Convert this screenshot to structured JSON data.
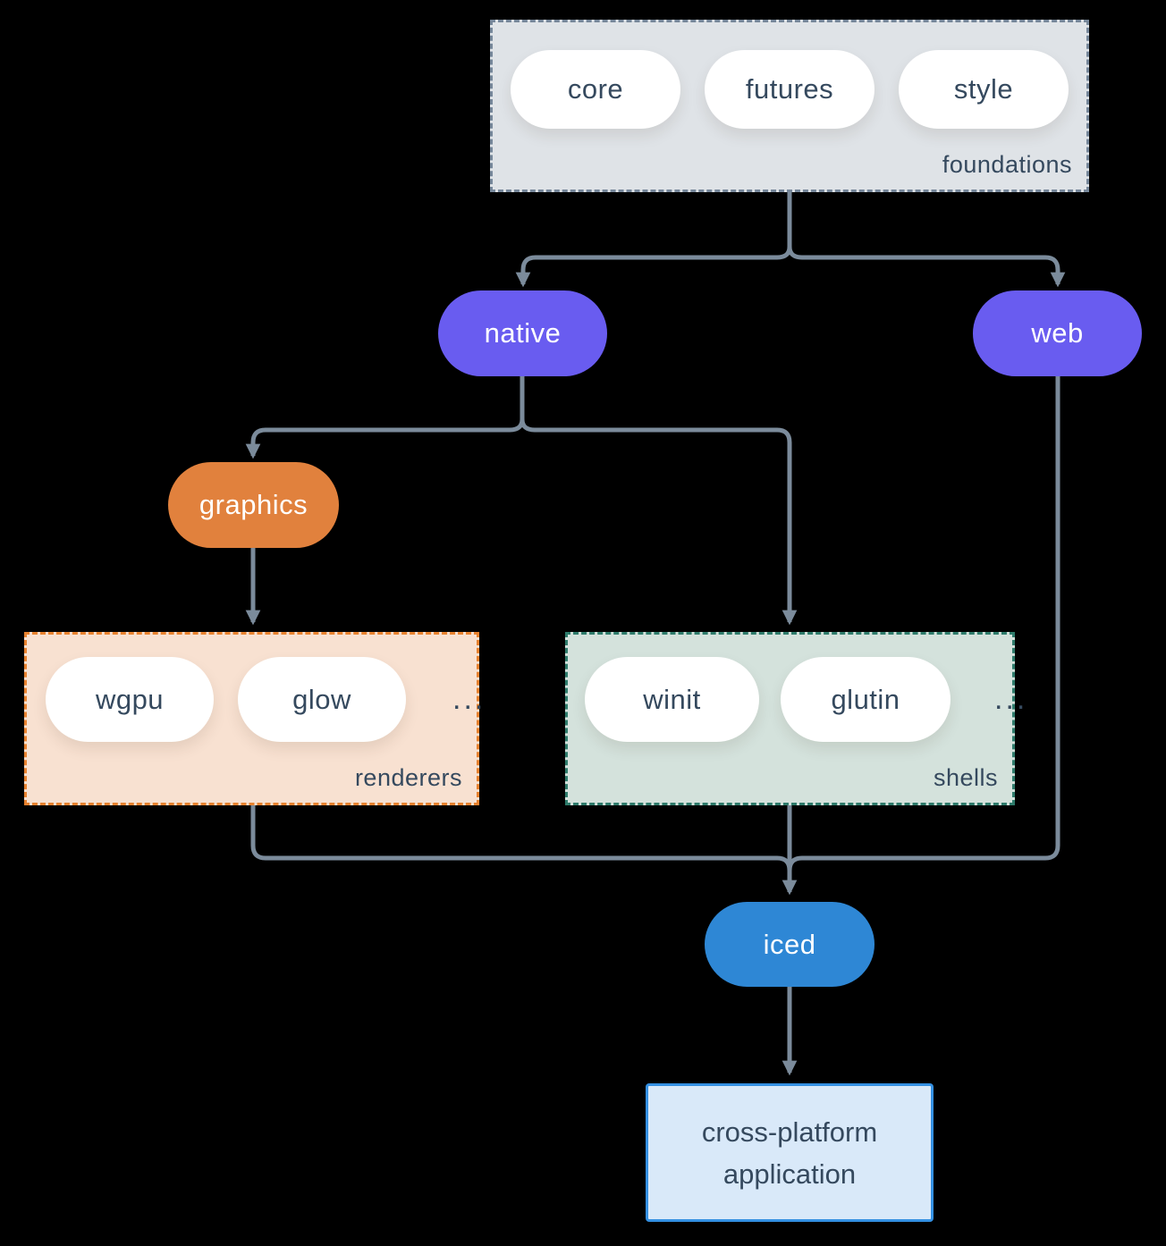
{
  "colors": {
    "background": "#000000",
    "connector": "#7b8b9b",
    "purple": "#695cf0",
    "orange": "#e1813d",
    "blue": "#2e87d5",
    "foundations_fill": "#dfe3e7",
    "foundations_border": "#76879a",
    "renderers_fill": "#f8e1d1",
    "renderers_border": "#e8822f",
    "shells_fill": "#d4e2dc",
    "shells_border": "#2e7b6b",
    "application_fill": "#d9e9f9",
    "application_border": "#3490e2",
    "text_dark": "#35495e"
  },
  "groups": {
    "foundations": {
      "label": "foundations",
      "items": [
        "core",
        "futures",
        "style"
      ]
    },
    "renderers": {
      "label": "renderers",
      "items": [
        "wgpu",
        "glow"
      ],
      "more": "..."
    },
    "shells": {
      "label": "shells",
      "items": [
        "winit",
        "glutin"
      ],
      "more": "..."
    }
  },
  "nodes": {
    "native": "native",
    "web": "web",
    "graphics": "graphics",
    "iced": "iced",
    "application": "cross-platform application"
  }
}
